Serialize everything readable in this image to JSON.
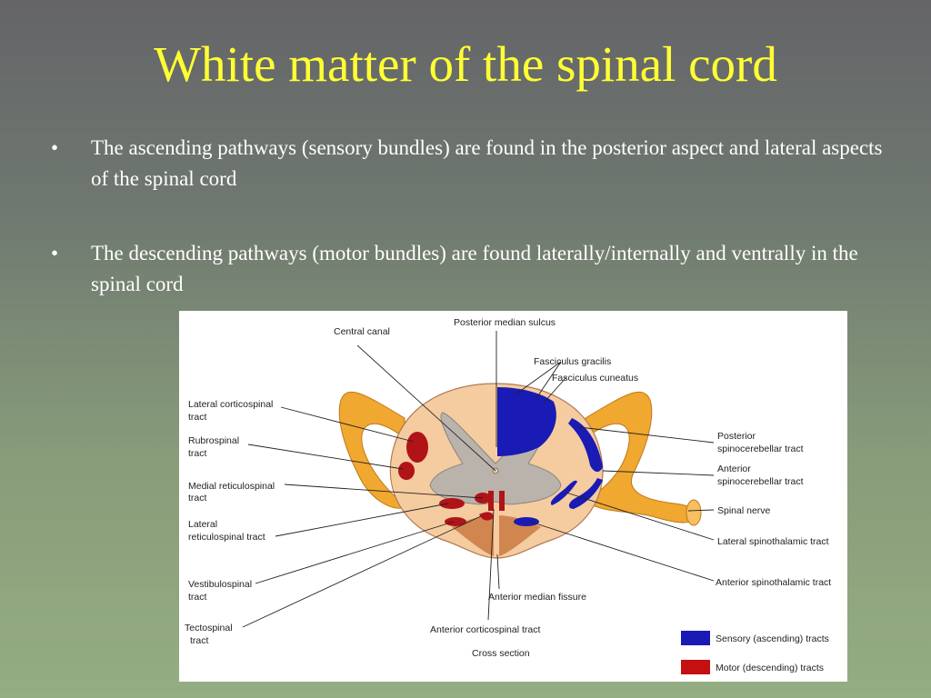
{
  "slide": {
    "title": "White matter of the spinal cord",
    "bullets": [
      "The ascending pathways (sensory bundles) are found in the posterior aspect and lateral aspects of the spinal cord",
      "The descending pathways (motor bundles) are found laterally/internally and ventrally in the spinal cord"
    ],
    "bullet_marker": "•"
  },
  "figure": {
    "labels": {
      "posterior_median_sulcus": "Posterior median sulcus",
      "central_canal": "Central canal",
      "fasciculus_gracilis": "Fasciculus gracilis",
      "fasciculus_cuneatus": "Fasciculus cuneatus",
      "lateral_corticospinal_1": "Lateral corticospinal",
      "lateral_corticospinal_2": "tract",
      "rubrospinal_1": "Rubrospinal",
      "rubrospinal_2": "tract",
      "medial_reticulospinal_1": "Medial reticulospinal",
      "medial_reticulospinal_2": "tract",
      "lateral_reticulospinal_1": "Lateral",
      "lateral_reticulospinal_2": "reticulospinal tract",
      "vestibulospinal_1": "Vestibulospinal",
      "vestibulospinal_2": "tract",
      "tectospinal_1": "Tectospinal",
      "tectospinal_2": "tract",
      "posterior_spinocerebellar_1": "Posterior",
      "posterior_spinocerebellar_2": "spinocerebellar tract",
      "anterior_spinocerebellar_1": "Anterior",
      "anterior_spinocerebellar_2": "spinocerebellar tract",
      "spinal_nerve": "Spinal nerve",
      "lateral_spinothalamic": "Lateral spinothalamic tract",
      "anterior_spinothalamic": "Anterior spinothalamic tract",
      "anterior_median_fissure": "Anterior median fissure",
      "anterior_corticospinal": "Anterior corticospinal tract",
      "cross_section": "Cross section"
    },
    "legend": [
      {
        "label": "Sensory (ascending) tracts",
        "color": "#1a1ab4"
      },
      {
        "label": "Motor (descending) tracts",
        "color": "#c41010"
      }
    ],
    "colors": {
      "sensory": "#1a1ab4",
      "motor": "#b01418",
      "white_matter": "#f5cba0",
      "gray_matter": "#b9b3ab",
      "nerve": "#f0a830"
    }
  }
}
